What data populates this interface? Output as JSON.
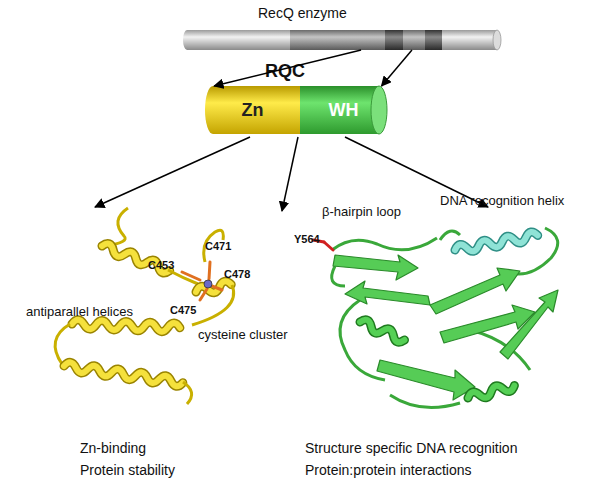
{
  "diagram": {
    "nodes": [
      {
        "text": [
          "RecQ enzyme"
        ]
      },
      {
        "text": [
          "RQC"
        ]
      },
      {
        "text": [
          "Zn"
        ],
        "in": 1
      },
      {
        "text": [
          "WH"
        ],
        "in": 1
      }
    ],
    "edges": [
      {
        "from": 0,
        "to": 1,
        "arrow": "to"
      },
      {
        "from": 0,
        "to": 1,
        "arrow": "to"
      }
    ],
    "labels": [
      "antiparallel helices",
      "C453",
      "C471",
      "C478",
      "C475",
      "cysteine cluster",
      "β-hairpin loop",
      "Y564",
      "DNA recognition helix",
      "Zn-binding",
      "Protein stability",
      "Structure specific DNA recognition",
      "Protein:protein interactions"
    ]
  }
}
